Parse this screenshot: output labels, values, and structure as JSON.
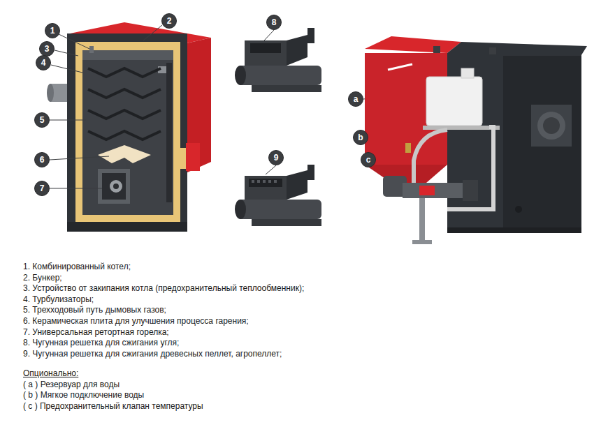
{
  "diagram": {
    "nodes": [
      {
        "text": [
          "1"
        ]
      },
      {
        "text": [
          "2"
        ]
      },
      {
        "text": [
          "3"
        ]
      },
      {
        "text": [
          "4"
        ]
      },
      {
        "text": [
          "5"
        ]
      },
      {
        "text": [
          "6"
        ]
      },
      {
        "text": [
          "7"
        ]
      },
      {
        "text": [
          "8"
        ]
      },
      {
        "text": [
          "9"
        ]
      },
      {
        "text": [
          "a"
        ]
      },
      {
        "text": [
          "b"
        ]
      },
      {
        "text": [
          "c"
        ]
      }
    ],
    "labels": [
      "1. Комбинированный котел;",
      "2. Бункер;",
      "3. Устройство от закипания котла (предохранительный теплообменник);",
      "4. Турбулизаторы;",
      "5. Трехходовый путь дымовых газов;",
      "6. Керамическая плита для улучшения процесса гарения;",
      "7. Универсальная ретортная горелка;",
      "8. Чугунная решетка для сжигания угля;",
      "9. Чугунная решетка для сжигания древесных пеллет, агропеллет;",
      "Опционально:",
      "( a ) Резервуар для воды",
      "( b ) Мягкое подключение воды",
      "( c ) Предохранительный клапан температуры"
    ]
  }
}
